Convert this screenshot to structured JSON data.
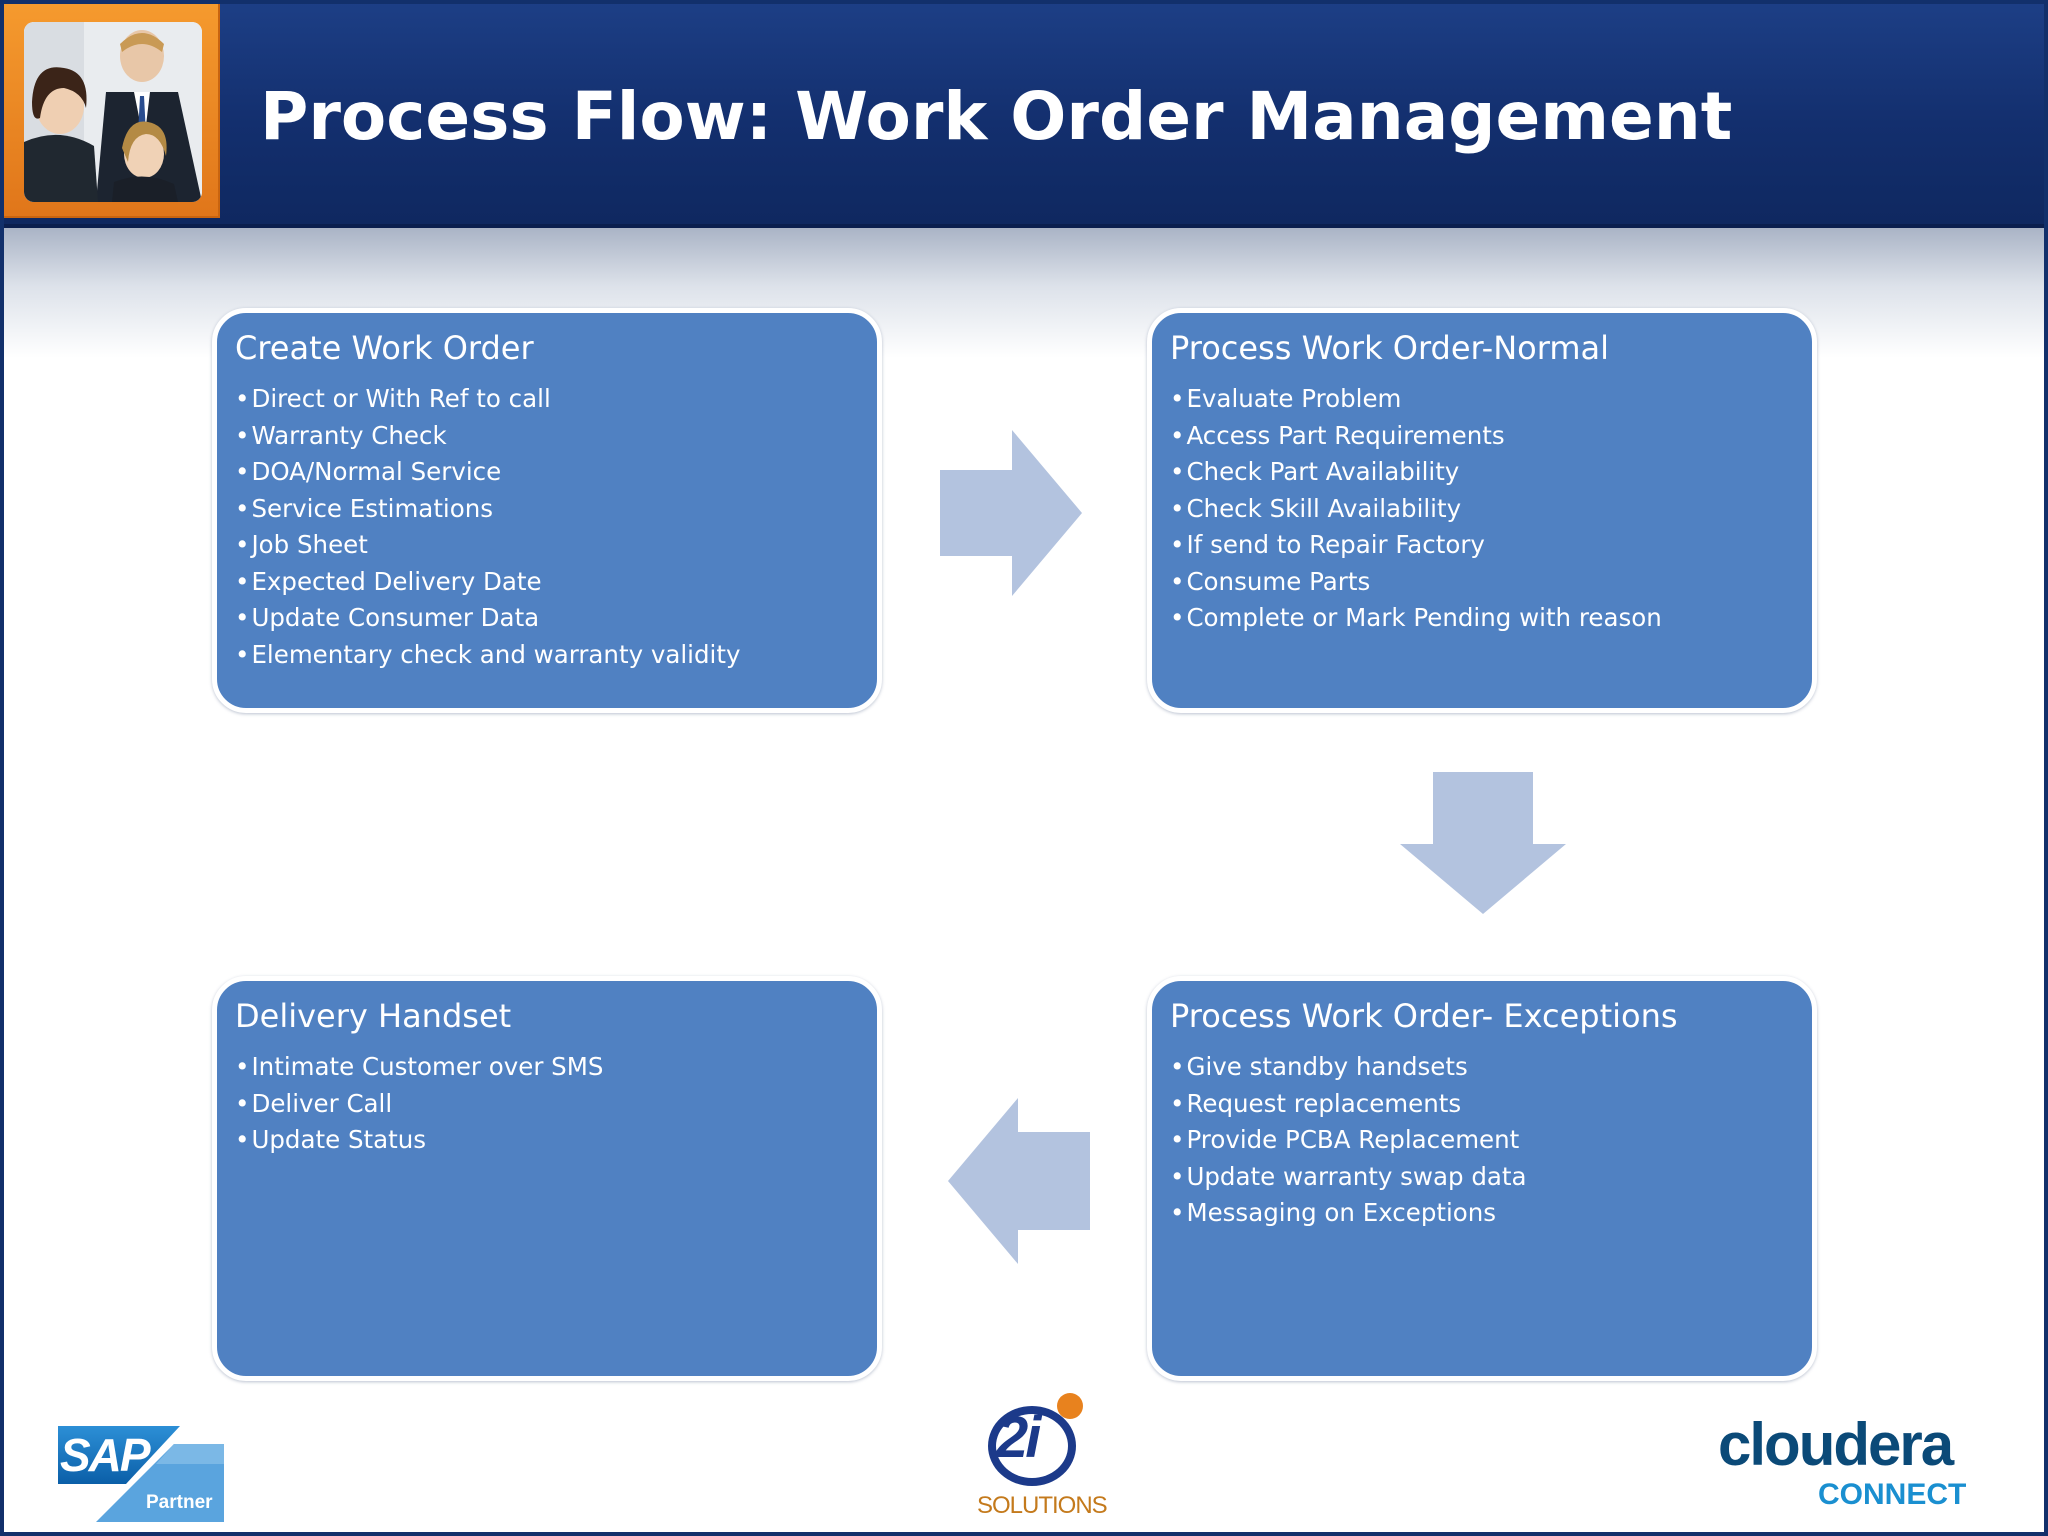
{
  "title": "Process Flow: Work Order Management",
  "boxes": {
    "create": {
      "heading": "Create Work Order",
      "items": [
        "Direct or With Ref to call",
        "Warranty Check",
        "DOA/Normal Service",
        "Service Estimations",
        "Job Sheet",
        "Expected Delivery Date",
        "Update Consumer Data",
        "Elementary check and warranty validity"
      ]
    },
    "normal": {
      "heading": "Process Work Order-Normal",
      "items": [
        "Evaluate Problem",
        "Access Part Requirements",
        "Check Part Availability",
        "Check Skill Availability",
        "If send to Repair Factory",
        "Consume Parts",
        "Complete  or Mark Pending with reason"
      ]
    },
    "exceptions": {
      "heading": "Process Work Order- Exceptions",
      "items": [
        "Give standby handsets",
        "Request replacements",
        "Provide PCBA Replacement",
        "Update warranty swap data",
        "Messaging on Exceptions"
      ]
    },
    "delivery": {
      "heading": "Delivery Handset",
      "items": [
        "Intimate Customer over SMS",
        "Deliver Call",
        "Update Status"
      ]
    }
  },
  "logos": {
    "sap": {
      "name": "SAP",
      "sub": "Partner"
    },
    "solutions": {
      "mark": "2i",
      "sub": "SOLUTIONS"
    },
    "cloudera": {
      "name": "cloudera",
      "sub": "CONNECT"
    }
  },
  "colors": {
    "header": "#132f6e",
    "box": "#5081c2",
    "arrow": "#b3c3df",
    "accent_orange": "#e8821e"
  }
}
